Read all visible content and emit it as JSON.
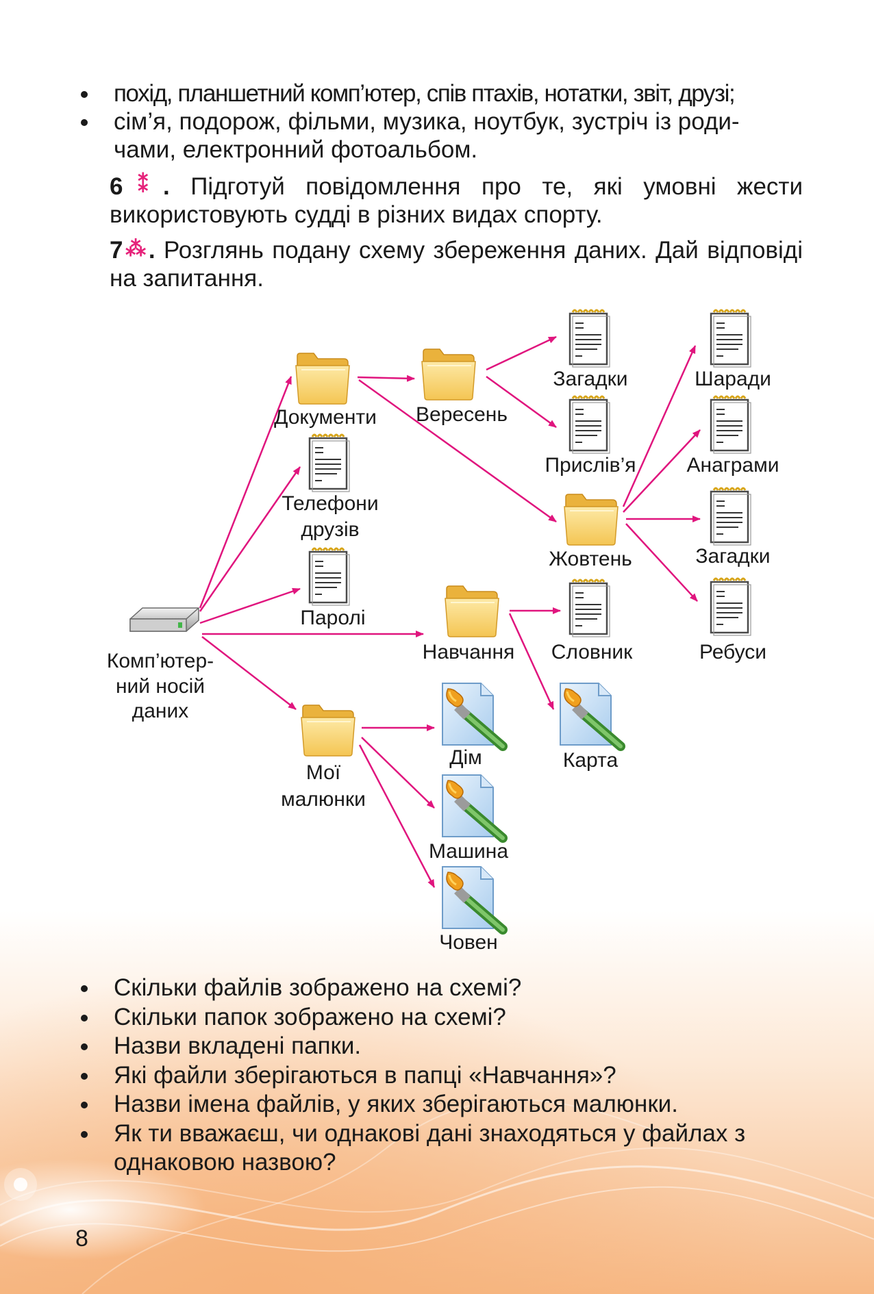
{
  "top_bullets": [
    "похід, планшетний комп’ютер, спів птахів, нотатки, звіт, друзі;",
    "сім’я, подорож, фільми, музика, ноутбук, зустріч із родичами, електронний фотоальбом."
  ],
  "top_bullets_lines": {
    "b2_line1": "сім’я, подорож, фільми, музика, ноутбук, зустріч із роди-",
    "b2_line2": "чами, електронний фотоальбом."
  },
  "task6": {
    "number": "6",
    "text": "Підготуй повідомлення про те, які умовні жести використовують судді в різних видах спорту."
  },
  "task7": {
    "number": "7",
    "text": "Розглянь подану схему збереження даних. Дай відповіді на запитання."
  },
  "scheme": {
    "root": {
      "icon": "hard-drive-icon",
      "label_lines": [
        "Комп’ютер-",
        "ний носій",
        "даних"
      ]
    },
    "folders": {
      "dokumenty": "Документи",
      "veresen": "Вересень",
      "zhovten": "Жовтень",
      "navchannia": "Навчання",
      "moi_maliunky": [
        "Мої",
        "малюнки"
      ]
    },
    "text_files": {
      "telefony": [
        "Телефони",
        "друзів"
      ],
      "paroli": "Паролі",
      "zagadky_1": "Загадки",
      "pryslivia": "Прислів’я",
      "sharady": "Шаради",
      "anagramy": "Анаграми",
      "zagadky_2": "Загадки",
      "rebusy": "Ребуси",
      "slovnyk": "Словник"
    },
    "image_files": {
      "karta": "Карта",
      "dim": "Дім",
      "mashyna": "Машина",
      "choven": "Човен"
    },
    "colors": {
      "arrow": "#e0157e",
      "folder": "#f9d36b",
      "folder_dark": "#e8ad2c",
      "flower": "#e6227a"
    }
  },
  "questions": [
    "Скільки файлів зображено на схемі?",
    "Скільки папок зображено на схемі?",
    "Назви вкладені папки.",
    "Які файли зберігаються в папці «Навчання»?",
    "Назви імена файлів, у яких зберігаються малюнки.",
    "Як ти вважаєш, чи однакові дані знаходяться у файлах з однаковою назвою?"
  ],
  "page_number": "8"
}
